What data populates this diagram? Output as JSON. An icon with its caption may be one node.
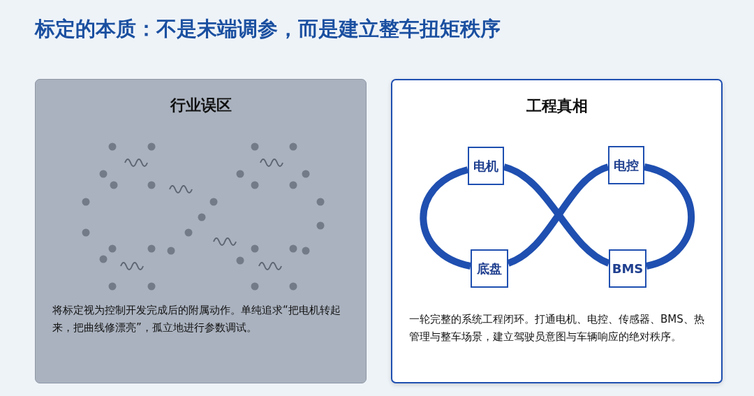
{
  "diagram": {
    "title": "标定的本质：不是末端调参，而是建立整车扭矩秩序",
    "nodes": [
      {
        "text": [
          "行业误区",
          "将标定视为控制开发完成后的附属动作。单纯追求“把电机转起来，把曲线修漂亮”，孤立地进行参数调试。"
        ]
      },
      {
        "text": [
          "工程真相",
          "一轮完整的系统工程闭环。打通电机、电控、传感器、BMS、热管理与整车场景，建立驾驶员意图与车辆响应的绝对秩序。"
        ]
      },
      {
        "text": [
          "电机"
        ],
        "in": 1
      },
      {
        "text": [
          "电控"
        ],
        "in": 1
      },
      {
        "text": [
          "底盘"
        ],
        "in": 1
      },
      {
        "text": [
          "BMS"
        ],
        "in": 1
      }
    ],
    "edges": [
      {
        "from": 2,
        "to": 4,
        "arrow": "none"
      },
      {
        "from": 4,
        "to": 3,
        "arrow": "none"
      },
      {
        "from": 3,
        "to": 5,
        "arrow": "none"
      },
      {
        "from": 5,
        "to": 2,
        "arrow": "none"
      }
    ]
  }
}
